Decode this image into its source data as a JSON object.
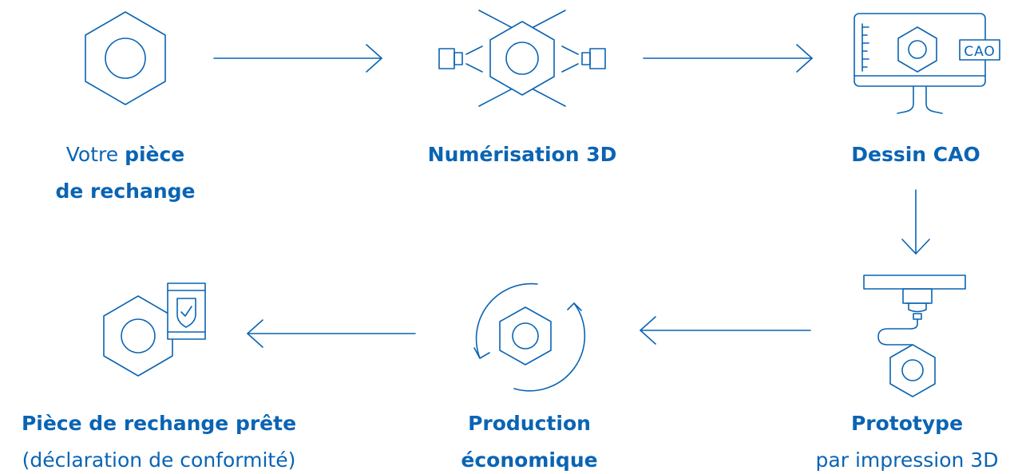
{
  "colors": {
    "primary": "#0a64b4"
  },
  "steps": [
    {
      "id": "piece",
      "icon": "hex-nut-icon",
      "caption": {
        "l1_normal": "Votre ",
        "l1_bold": "pièce",
        "l2_bold": "de rechange"
      }
    },
    {
      "id": "scan",
      "icon": "3d-scan-icon",
      "caption": {
        "l1_bold": "Numérisation 3D"
      }
    },
    {
      "id": "cad",
      "icon": "cad-monitor-icon",
      "badge": "CAO",
      "caption": {
        "l1_bold": "Dessin CAO"
      }
    },
    {
      "id": "prototype",
      "icon": "3d-printer-icon",
      "caption": {
        "l1_bold": "Prototype",
        "l2_normal": "par impression 3D"
      }
    },
    {
      "id": "production",
      "icon": "cycle-production-icon",
      "caption": {
        "l1_bold": "Production",
        "l2_bold": "économique"
      }
    },
    {
      "id": "ready",
      "icon": "certified-nut-icon",
      "caption": {
        "l1_bold": "Pièce de rechange prête",
        "l2_normal": "(déclaration de conformité)"
      }
    }
  ],
  "arrows": [
    {
      "from": "piece",
      "to": "scan",
      "direction": "right"
    },
    {
      "from": "scan",
      "to": "cad",
      "direction": "right"
    },
    {
      "from": "cad",
      "to": "prototype",
      "direction": "down"
    },
    {
      "from": "prototype",
      "to": "production",
      "direction": "left"
    },
    {
      "from": "production",
      "to": "ready",
      "direction": "left"
    }
  ]
}
